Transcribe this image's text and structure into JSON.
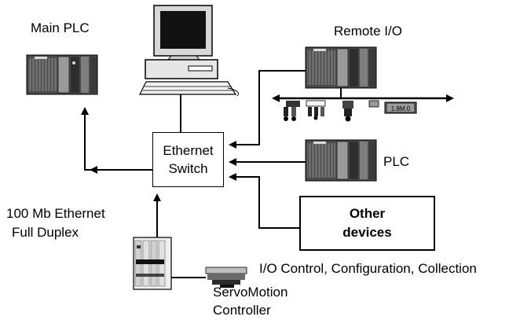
{
  "labels": {
    "main_plc": "Main PLC",
    "remote_io": "Remote I/O",
    "plc": "PLC",
    "ethernet_line1": "100 Mb Ethernet",
    "ethernet_line2": "Full Duplex",
    "io_control": "I/O Control, Configuration, Collection",
    "servo_line1": "ServoMotion",
    "servo_line2": "Controller",
    "remote_io_module_text": "1.8M.0"
  },
  "switch": {
    "line1": "Ethernet",
    "line2": "Switch"
  },
  "other_devices": {
    "line1": "Other",
    "line2": "devices"
  },
  "colors": {
    "device_dark": "#222222",
    "device_mid": "#8c8c8c",
    "line": "#000000"
  }
}
